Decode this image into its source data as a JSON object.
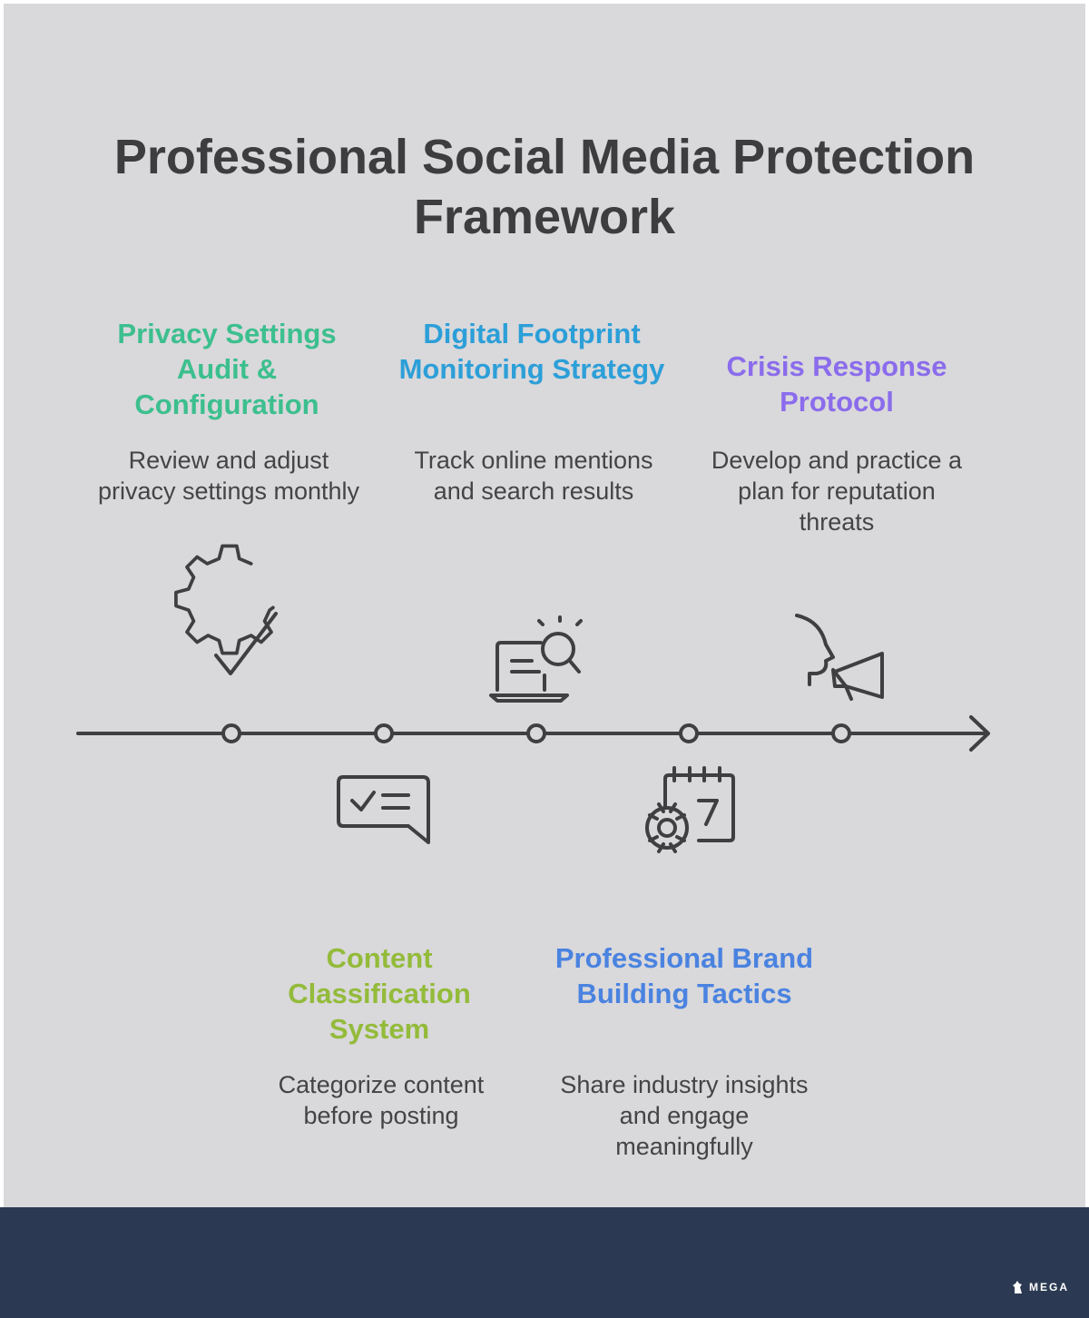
{
  "title": "Professional Social Media Protection Framework",
  "steps": [
    {
      "title": "Privacy Settings Audit & Configuration",
      "description": "Review and adjust privacy settings monthly",
      "color": "#3cbf8e",
      "icon": "gear-check-icon"
    },
    {
      "title": "Content Classification System",
      "description": "Categorize content before posting",
      "color": "#93bb3a",
      "icon": "checklist-chat-icon"
    },
    {
      "title": "Digital Footprint Monitoring Strategy",
      "description": "Track online mentions and search results",
      "color": "#2c9fd8",
      "icon": "laptop-search-icon"
    },
    {
      "title": "Professional Brand Building Tactics",
      "description": "Share industry insights and engage meaningfully",
      "color": "#4a83e0",
      "icon": "calendar-gear-icon"
    },
    {
      "title": "Crisis Response Protocol",
      "description": "Develop and practice a plan for reputation threats",
      "color": "#8a6cec",
      "icon": "megaphone-head-icon"
    }
  ],
  "colors": {
    "background": "#d9d8db",
    "footer": "#2b3a52",
    "line": "#3f3f41"
  },
  "footer": {
    "brand": "MEGA"
  }
}
